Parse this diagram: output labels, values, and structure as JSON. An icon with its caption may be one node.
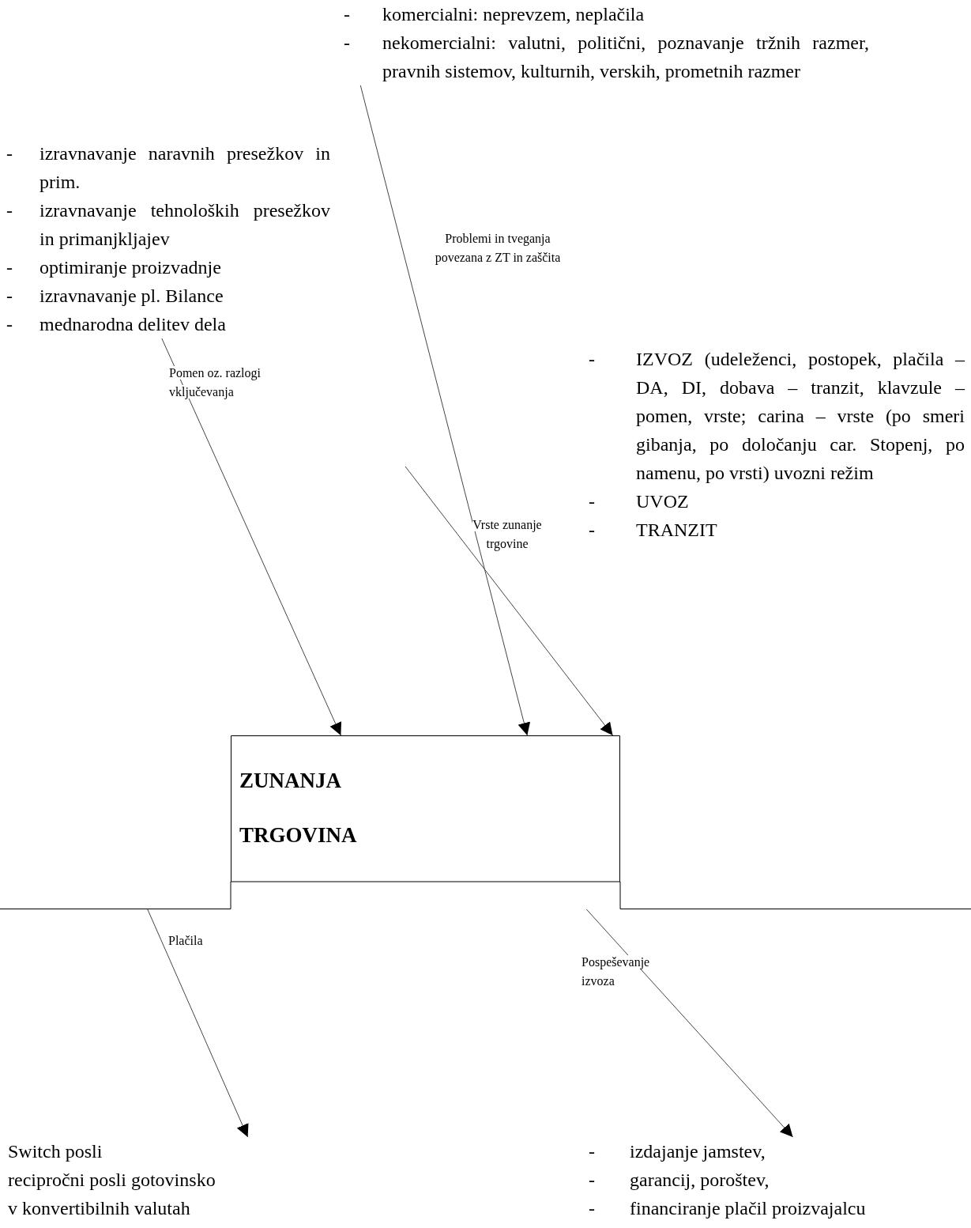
{
  "diagram": {
    "nodes": [
      {
        "text": [
          "- izravnavanje naravnih presežkov in prim.",
          "- izravnavanje tehnoloških presežkov in primanjkljajev",
          "- optimiranje proizvadnje",
          "- izravnavanje pl. Bilance",
          "- mednarodna delitev dela"
        ]
      },
      {
        "text": [
          "- komercialni: neprevzem, neplačila",
          "- nekomercialni: valutni, politični, poznavanje tržnih razmer, pravnih sistemov, kulturnih, verskih, prometnih razmer"
        ]
      },
      {
        "text": [
          "- IZVOZ (udeleženci, postopek, plačila – DA, DI, dobava – tranzit, klavzule – pomen, vrste; carina – vrste (po smeri gibanja, po določanju car. Stopenj, po namenu, po vrsti) uvozni režim",
          "- UVOZ",
          "- TRANZIT"
        ]
      },
      {
        "text": [
          "ZUNANJA",
          "TRGOVINA"
        ]
      },
      {
        "text": [
          "Switch posli",
          "recipročni posli gotovinsko",
          "v konvertibilnih valutah"
        ]
      },
      {
        "text": [
          "- izdajanje jamstev,",
          "- garancij, poroštev,",
          "- financiranje plačil proizvajalcu"
        ]
      }
    ],
    "edges": [
      {
        "from": 0,
        "to": 3,
        "arrow": "to",
        "label": "Pomen oz. razlogi vključevanja"
      },
      {
        "from": 1,
        "to": 3,
        "arrow": "to",
        "label": "Problemi in tveganja povezana z ZT in zaščita"
      },
      {
        "from": null,
        "to": 3,
        "arrow": "to",
        "label": "Vrste zunanje trgovine"
      },
      {
        "from": 3,
        "to": 4,
        "arrow": "to",
        "label": "Plačila"
      },
      {
        "from": 3,
        "to": 5,
        "arrow": "to",
        "label": "Pospeševanje izvoza"
      }
    ]
  }
}
